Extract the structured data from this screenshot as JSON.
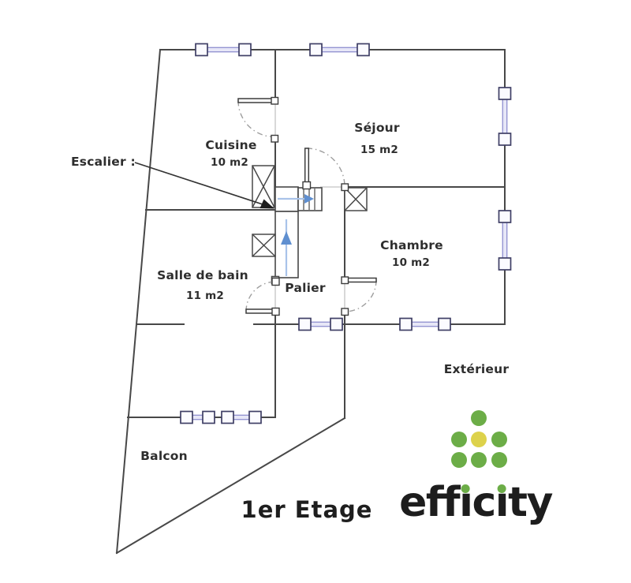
{
  "floorplan": {
    "floor_title": "1er Etage",
    "rooms": {
      "cuisine": {
        "name": "Cuisine",
        "area": "10 m2"
      },
      "sejour": {
        "name": "Séjour",
        "area": "15 m2"
      },
      "chambre": {
        "name": "Chambre",
        "area": "10 m2"
      },
      "salle_de_bain": {
        "name": "Salle de bain",
        "area": "11 m2"
      }
    },
    "zones": {
      "palier": "Palier",
      "balcon": "Balcon",
      "exterieur": "Extérieur"
    },
    "annotations": {
      "escalier": "Escalier :"
    },
    "colors": {
      "wall": "#484848",
      "window_frame": "#3f3f66",
      "window_glass_stroke": "#9595d2",
      "window_glass_fill": "#e7e7f7",
      "stair_arrow": "#5f8fd0",
      "door_arc": "#9e9e9e"
    }
  },
  "logo": {
    "name": "efficity",
    "display_segments": [
      "eff",
      "ı",
      "c",
      "ı",
      "ty"
    ],
    "dot_green": "#6cad47",
    "dot_yellow": "#ddd24b",
    "wordmark_color": "#1d1d1d"
  }
}
